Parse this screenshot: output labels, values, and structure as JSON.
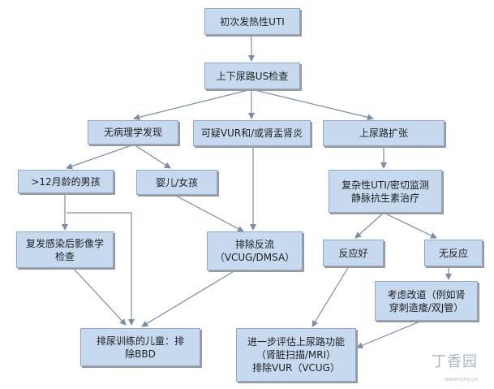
{
  "nodes": {
    "initial_febrile_uti": "初次发热性UTI",
    "upper_urinary_us": "上下尿路US检查",
    "no_pathology": "无病理学发现",
    "suspected_vur": "可疑VUR和/或肾盂肾炎",
    "upper_tract_dilation": "上尿路扩张",
    "boy_over_12m": ">12月龄的男孩",
    "infant_girl": "婴儿/女孩",
    "complex_uti": "复杂性UTI/密切监测\n静脉抗生素治疗",
    "recurrent_infection_imaging": "复发感染后影像学\n检查",
    "exclude_reflux": "排除反流\n（VCUG/DMSA）",
    "good_response": "反应好",
    "no_response": "无反应",
    "consider_diversion": "考虑改道（例如肾\n穿刺造瘘/双J管）",
    "exclude_bbd": "排尿训练的儿童：排\n除BBD",
    "further_evaluation": "进一步评估上尿路功能\n（肾脏扫描/MRI）\n排除VUR（VCUG）"
  },
  "watermark": {
    "text": "丁香园",
    "sub": "www.dxy.cn"
  },
  "colors": {
    "box_fill": "#c6d9ef",
    "box_border": "#8ea9cc",
    "arrow": "#7a8ca8"
  }
}
